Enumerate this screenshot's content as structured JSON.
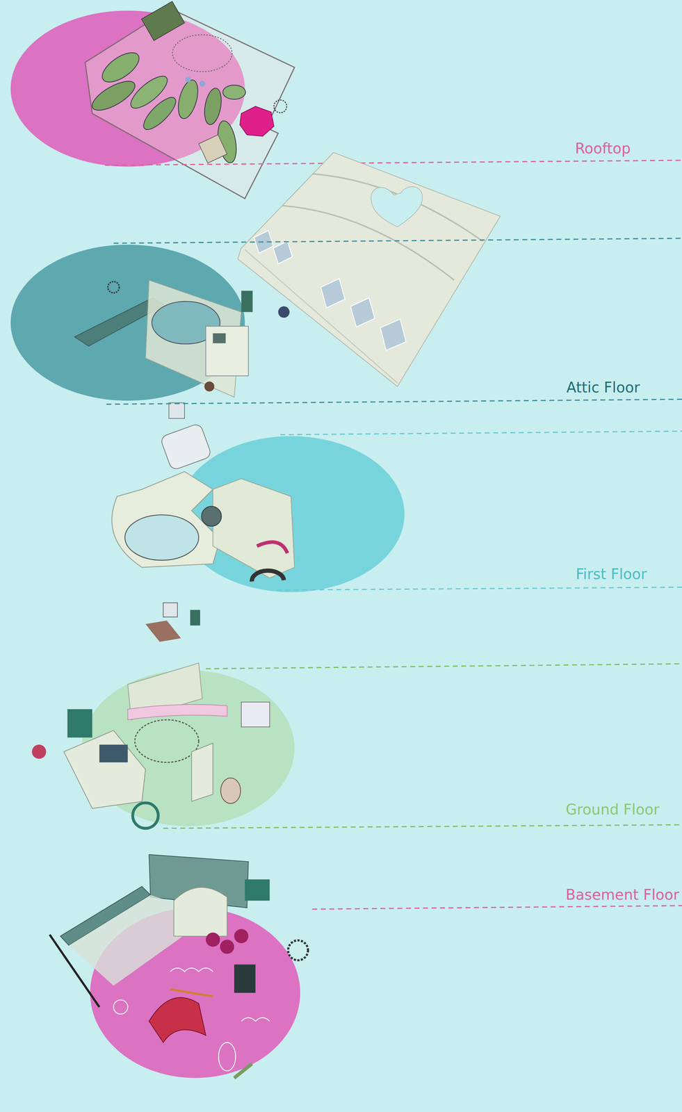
{
  "diagram": {
    "labels": [
      "Rooftop",
      "Attic Floor",
      "First Floor",
      "Ground Floor",
      "Basement Floor"
    ]
  }
}
